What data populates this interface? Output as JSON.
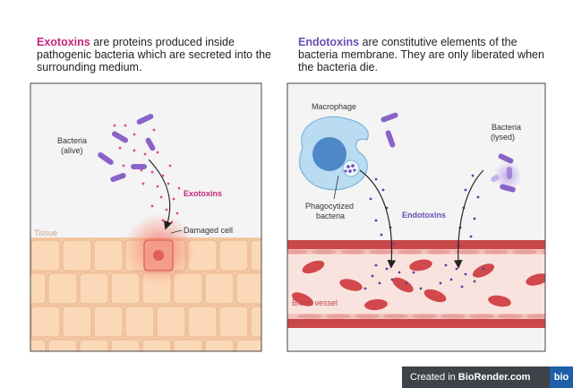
{
  "left_caption": {
    "keyword": "Exotoxins",
    "text": " are proteins produced inside pathogenic bacteria which are secreted into the surrounding medium."
  },
  "right_caption": {
    "keyword": "Endotoxins",
    "text": " are constitutive elements of the bacteria membrane. They are only liberated when the bacteria die."
  },
  "left_panel": {
    "bacteria_label_1": "Bacteria",
    "bacteria_label_2": "(alive)",
    "exotoxins_label": "Exotoxins",
    "damaged_cell_label": "Damaged cell",
    "tissue_label": "Tissue"
  },
  "right_panel": {
    "macrophage_label": "Macrophage",
    "bacteria_label_1": "Bacteria",
    "bacteria_label_2": "(lysed)",
    "phago_label_1": "Phagocytized",
    "phago_label_2": "bacteria",
    "endotoxins_label": "Endotoxins",
    "vessel_label": "Blood vessel"
  },
  "badge": {
    "text": "Created in",
    "brand": "BioRender.com",
    "logo": "bio"
  },
  "colors": {
    "exotoxin_accent": "#c4267c",
    "endotoxin_accent": "#6a4bb5",
    "tissue_cell": "#fbd9b8",
    "vessel_red": "#c9474a",
    "macrophage": "#b9dcf2"
  }
}
